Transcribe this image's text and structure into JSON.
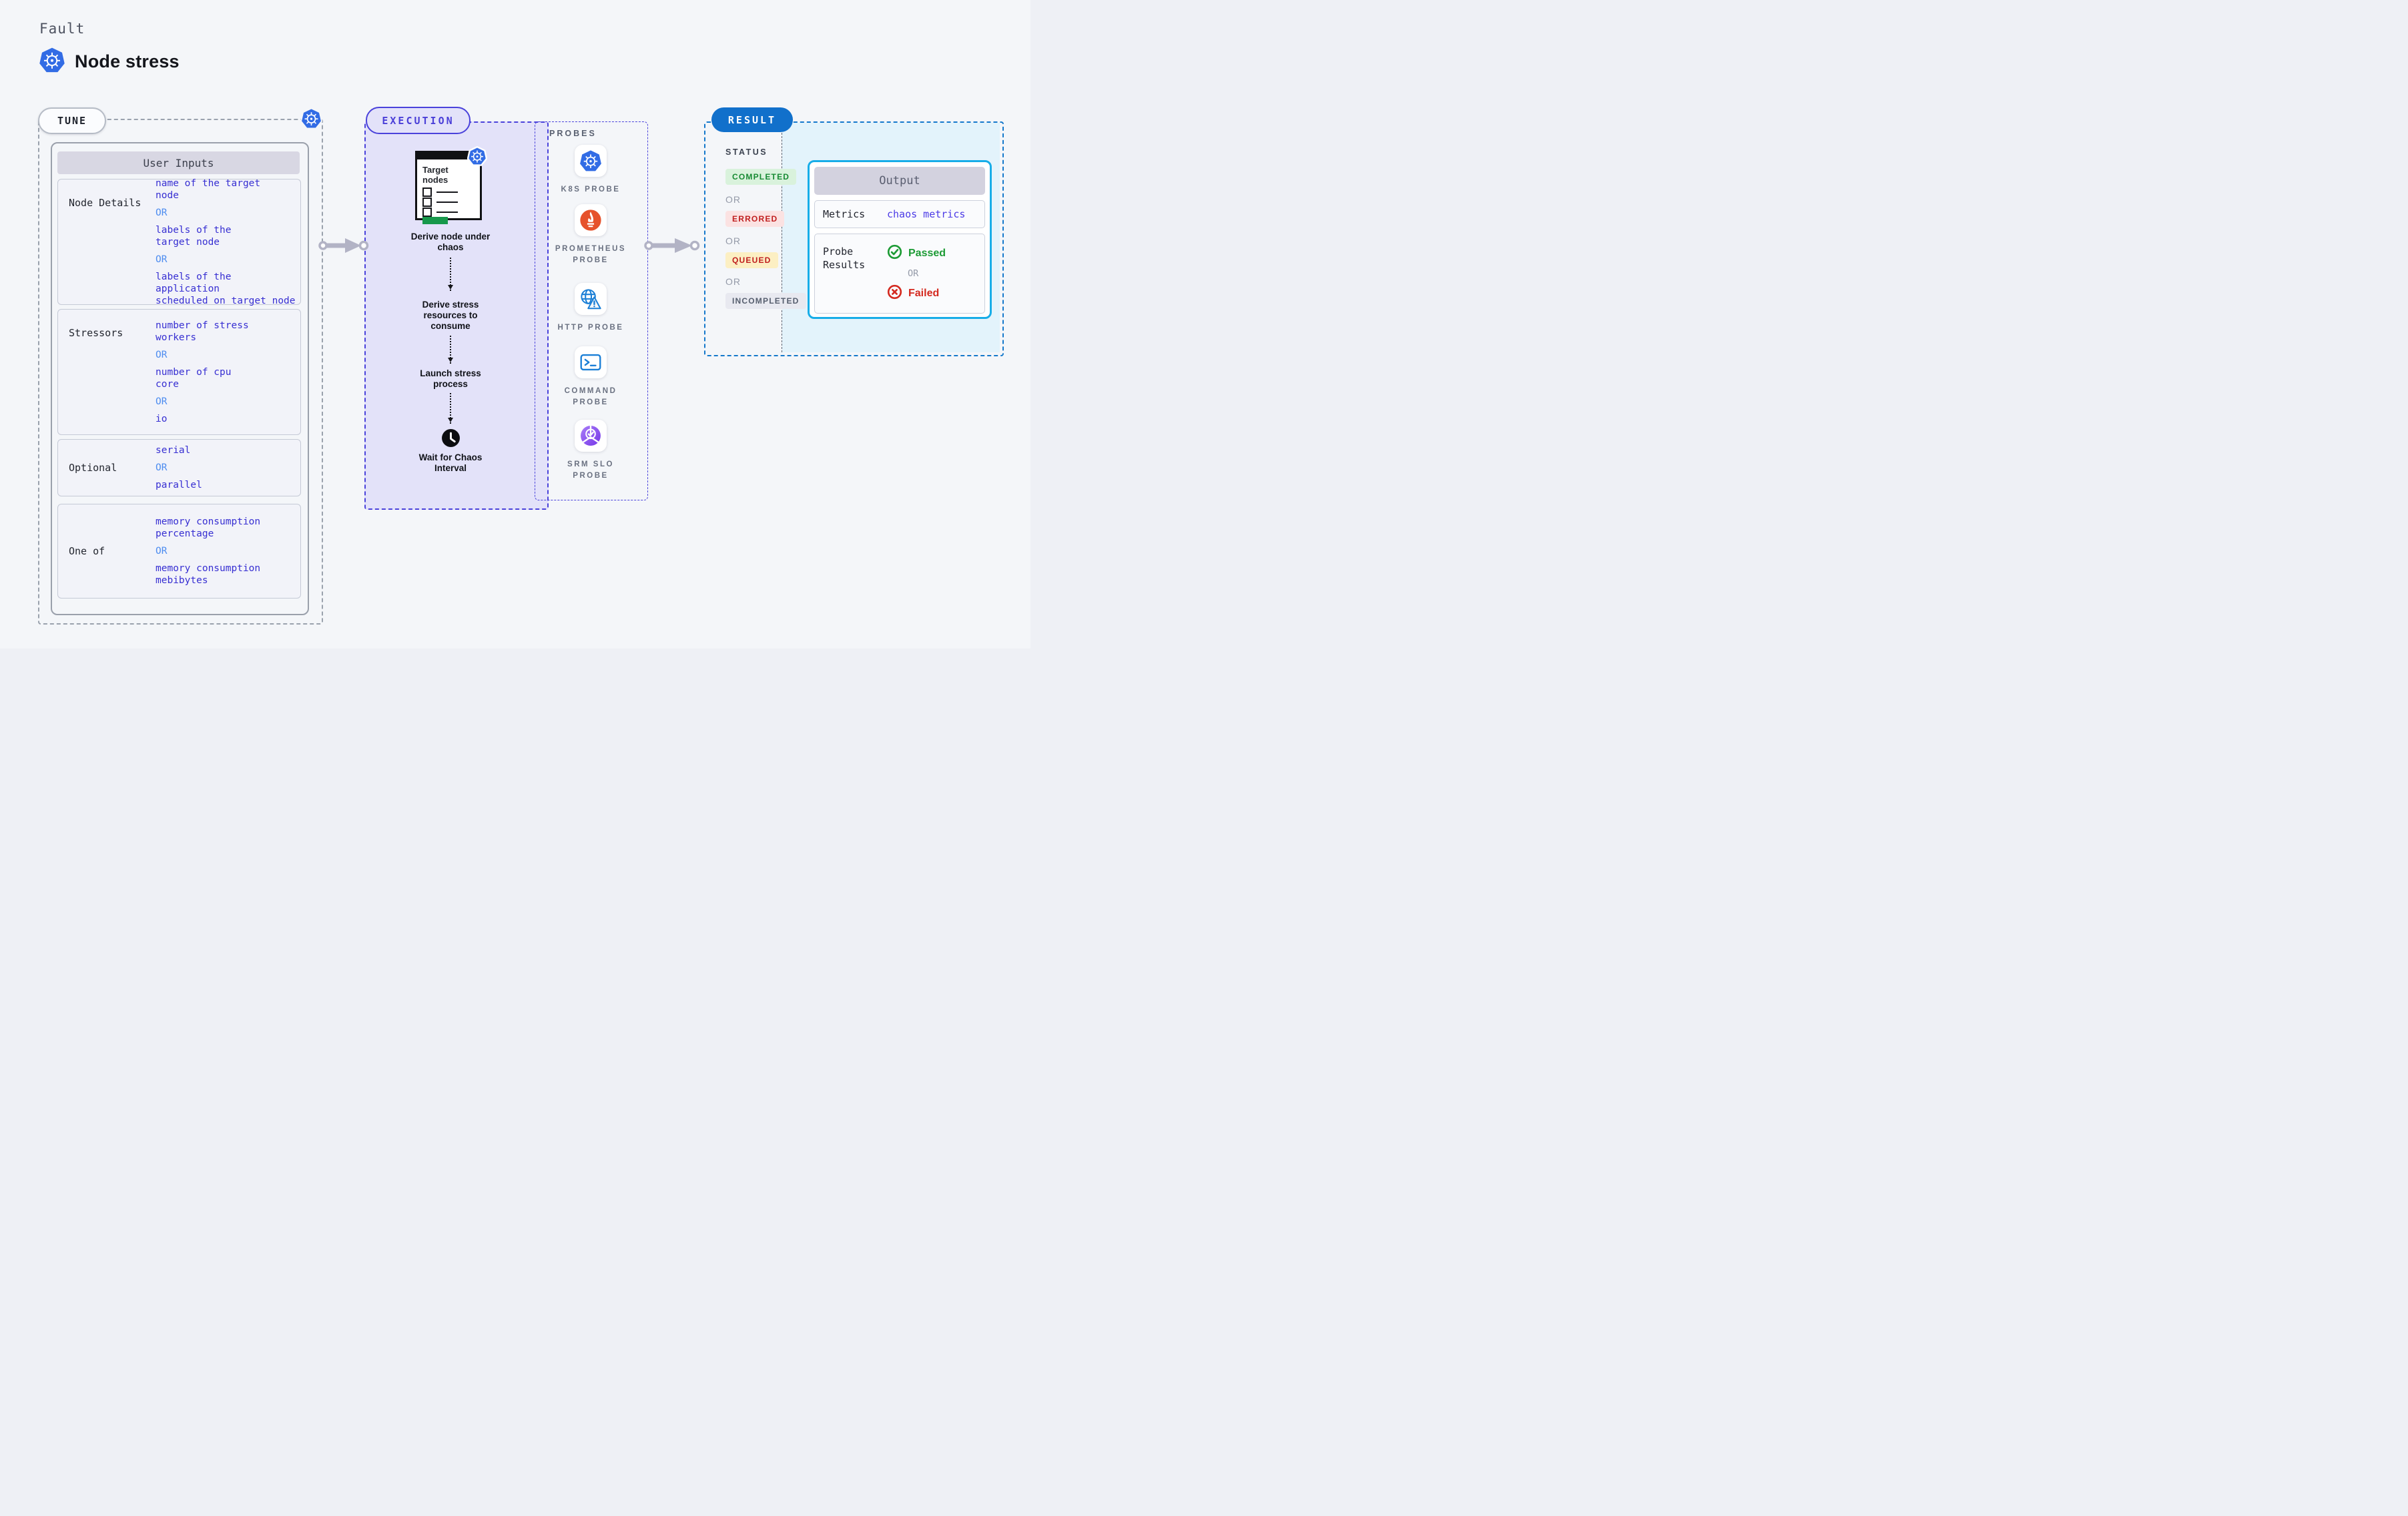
{
  "header": {
    "eyebrow": "Fault",
    "title": "Node stress"
  },
  "common": {
    "or": "OR"
  },
  "tune": {
    "pill": "TUNE",
    "table_header": "User Inputs",
    "rows": [
      {
        "label": "Node Details",
        "values": [
          "name of the target\nnode",
          "labels of the\ntarget node",
          "labels of the application\n scheduled on target node"
        ]
      },
      {
        "label": "Stressors",
        "values": [
          "number of stress\nworkers",
          "number of cpu\ncore",
          "io"
        ]
      },
      {
        "label": "Optional",
        "values": [
          "serial",
          "parallel"
        ]
      },
      {
        "label": "One of",
        "values": [
          "memory consumption\npercentage",
          "memory consumption\nmebibytes"
        ]
      }
    ]
  },
  "execution": {
    "pill": "EXECUTION",
    "target_card_title": "Target\nnodes",
    "steps": [
      "Derive node under\nchaos",
      "Derive stress\nresources to\nconsume",
      "Launch stress\nprocess",
      "Wait for Chaos\nInterval"
    ]
  },
  "probes": {
    "label": "PROBES",
    "items": [
      {
        "label": "K8S PROBE",
        "icon": "kubernetes"
      },
      {
        "label": "PROMETHEUS\nPROBE",
        "icon": "prometheus-flame"
      },
      {
        "label": "HTTP PROBE",
        "icon": "globe-warning"
      },
      {
        "label": "COMMAND\nPROBE",
        "icon": "terminal"
      },
      {
        "label": "SRM SLO\nPROBE",
        "icon": "slo-check-pie"
      }
    ]
  },
  "result": {
    "pill": "RESULT",
    "status_label": "STATUS",
    "statuses": [
      {
        "label": "COMPLETED",
        "type": "success"
      },
      {
        "label": "ERRORED",
        "type": "error"
      },
      {
        "label": "QUEUED",
        "type": "queued"
      },
      {
        "label": "INCOMPLETED",
        "type": "incomplete"
      }
    ],
    "output": {
      "header": "Output",
      "metrics_label": "Metrics",
      "metrics_value": "chaos metrics",
      "probe_results_label": "Probe\nResults",
      "passed": "Passed",
      "failed": "Failed"
    }
  },
  "colors": {
    "kubernetes_blue": "#326ce5",
    "prometheus_orange": "#e6522c",
    "probe_icon_blue": "#1b7fd6",
    "slo_purple": "#7c3aed",
    "execution_lavender": "#e3e2f9",
    "execution_border": "#4a42db",
    "result_blue": "#1170cb",
    "output_border": "#17ade8",
    "passed_green": "#1d9b35",
    "failed_red": "#d42a20",
    "arrow_gray": "#b2b3c5"
  }
}
